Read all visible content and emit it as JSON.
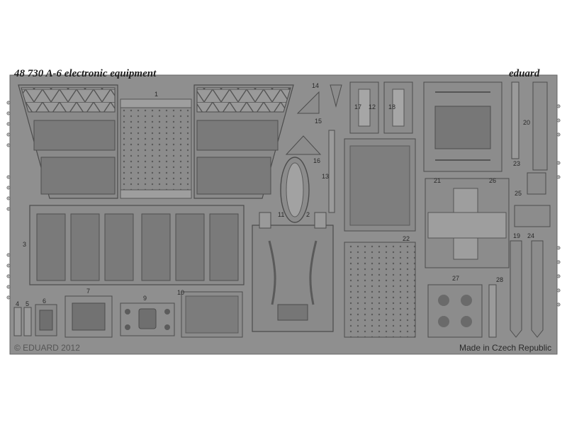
{
  "sheet": {
    "title": "48 730  A-6 electronic equipment",
    "brand": "eduard",
    "copyright": "© EDUARD 2012",
    "made_in": "Made in Czech Republic"
  },
  "colors": {
    "background": "#ffffff",
    "fret": "#8f8f8f",
    "fret_dark": "#6e6e6e",
    "etched_panel": "#7d7d7d",
    "etched_line": "#4f4f4f",
    "highlight": "#b9b9b9"
  },
  "part_numbers": {
    "p1": "1",
    "p2": "2",
    "p3": "3",
    "p4": "4",
    "p5": "5",
    "p6": "6",
    "p7": "7",
    "p9": "9",
    "p10": "10",
    "p11": "11",
    "p12": "12",
    "p13": "13",
    "p14": "14",
    "p15": "15",
    "p16": "16",
    "p17": "17",
    "p18": "18",
    "p19": "19",
    "p20": "20",
    "p21": "21",
    "p22": "22",
    "p23": "23",
    "p24": "24",
    "p25": "25",
    "p26": "26",
    "p27": "27",
    "p28": "28"
  }
}
